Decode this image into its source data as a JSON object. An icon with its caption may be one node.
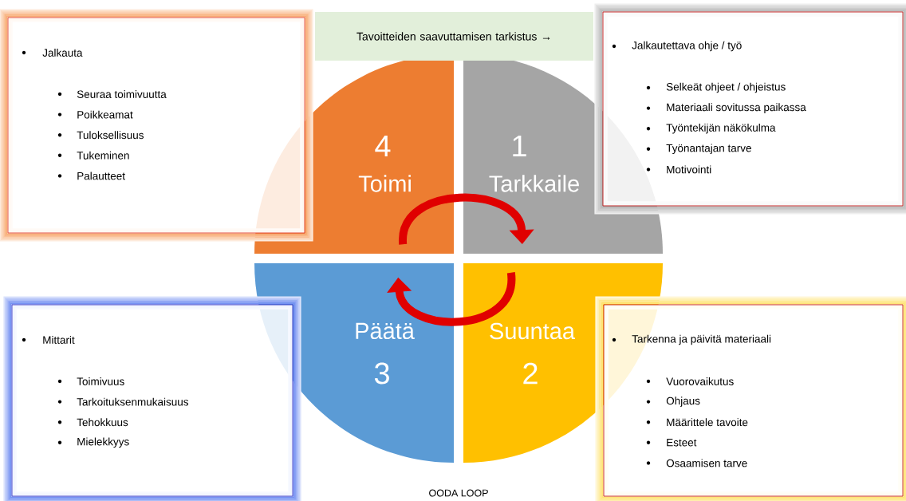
{
  "diagram": {
    "nodes": [
      {
        "text": [
          "Jalkauta",
          "Seuraa toimivuutta",
          "Poikkeamat",
          "Tuloksellisuus",
          "Tukeminen",
          "Palautteet"
        ]
      },
      {
        "text": [
          "Tavoitteiden saavuttamisen tarkistus →"
        ]
      },
      {
        "text": [
          "Jalkautettava ohje / työ",
          "Selkeät ohjeet / ohjeistus",
          "Materiaali sovitussa paikassa",
          "Työntekijän näkökulma",
          "Työnantajan tarve",
          "Motivointi"
        ]
      },
      {
        "text": [
          "4",
          "Toimi"
        ]
      },
      {
        "text": [
          "1",
          "Tarkkaile"
        ]
      },
      {
        "text": [
          "Päätä",
          "3"
        ]
      },
      {
        "text": [
          "Suuntaa",
          "2"
        ]
      },
      {
        "text": [
          "Mittarit",
          "Toimivuus",
          "Tarkoituksenmukaisuus",
          "Tehokkuus",
          "Mielekkyys"
        ]
      },
      {
        "text": [
          "Tarkenna ja päivitä materiaali",
          "Vuorovaikutus",
          "Ohjaus",
          "Määrittele tavoite",
          "Esteet",
          "Osaamisen tarve"
        ]
      }
    ],
    "edges": [
      {
        "from": 3,
        "to": 4,
        "arrow": "to"
      },
      {
        "from": 6,
        "to": 5,
        "arrow": "to"
      }
    ],
    "caption": "OODA LOOP"
  }
}
